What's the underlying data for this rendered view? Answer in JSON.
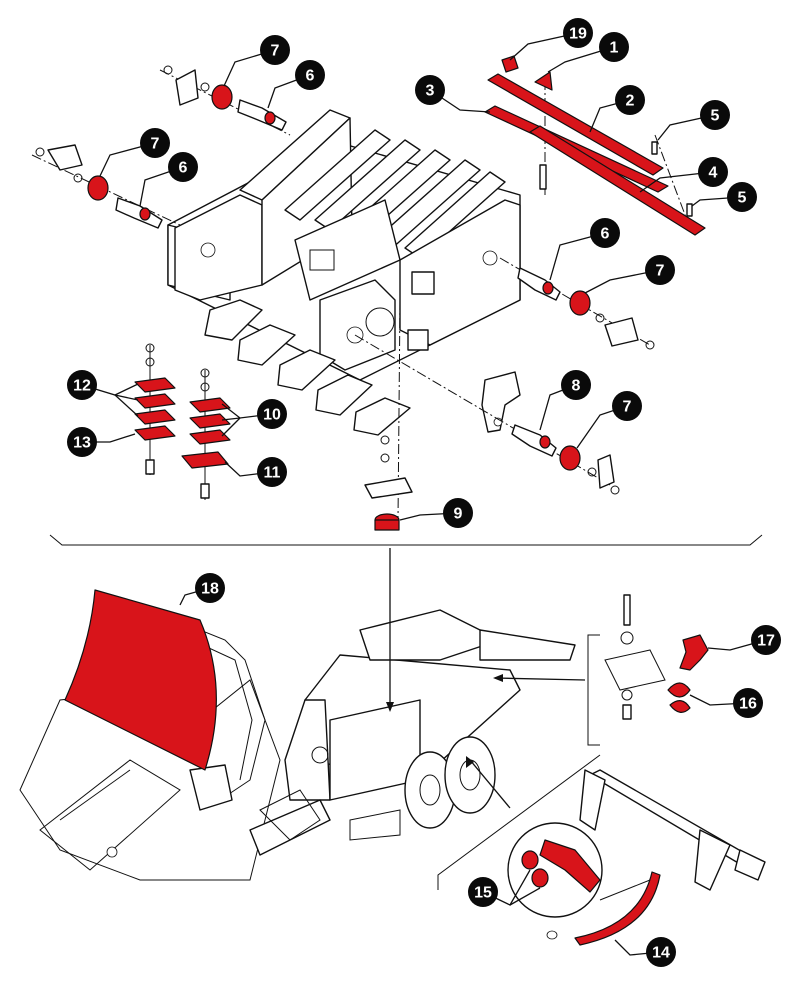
{
  "colors": {
    "part_highlight": "#d8141a",
    "callout_bg": "#0a0a0a",
    "callout_text": "#ffffff",
    "line": "#111111"
  },
  "callouts": [
    {
      "id": "c19",
      "label": "19"
    },
    {
      "id": "c1",
      "label": "1"
    },
    {
      "id": "c3",
      "label": "3"
    },
    {
      "id": "c2",
      "label": "2"
    },
    {
      "id": "c5a",
      "label": "5"
    },
    {
      "id": "c4",
      "label": "4"
    },
    {
      "id": "c5b",
      "label": "5"
    },
    {
      "id": "c7a",
      "label": "7"
    },
    {
      "id": "c6a",
      "label": "6"
    },
    {
      "id": "c7b",
      "label": "7"
    },
    {
      "id": "c6b",
      "label": "6"
    },
    {
      "id": "c6c",
      "label": "6"
    },
    {
      "id": "c7c",
      "label": "7"
    },
    {
      "id": "c8",
      "label": "8"
    },
    {
      "id": "c7d",
      "label": "7"
    },
    {
      "id": "c9",
      "label": "9"
    },
    {
      "id": "c12",
      "label": "12"
    },
    {
      "id": "c13",
      "label": "13"
    },
    {
      "id": "c10",
      "label": "10"
    },
    {
      "id": "c11",
      "label": "11"
    },
    {
      "id": "c18",
      "label": "18"
    },
    {
      "id": "c17",
      "label": "17"
    },
    {
      "id": "c16",
      "label": "16"
    },
    {
      "id": "c15",
      "label": "15"
    },
    {
      "id": "c14",
      "label": "14"
    }
  ]
}
